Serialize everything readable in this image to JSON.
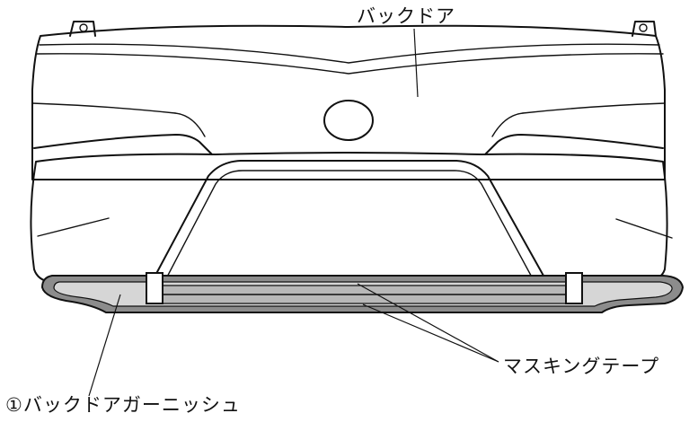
{
  "labels": {
    "back_door": "バックドア",
    "masking_tape": "マスキングテープ",
    "garnish": "①バックドアガーニッシュ"
  },
  "colors": {
    "outline": "#111111",
    "garnish_band": "#8c8c8c",
    "garnish_inner": "#d6d6d6",
    "tape": "#ffffff"
  }
}
